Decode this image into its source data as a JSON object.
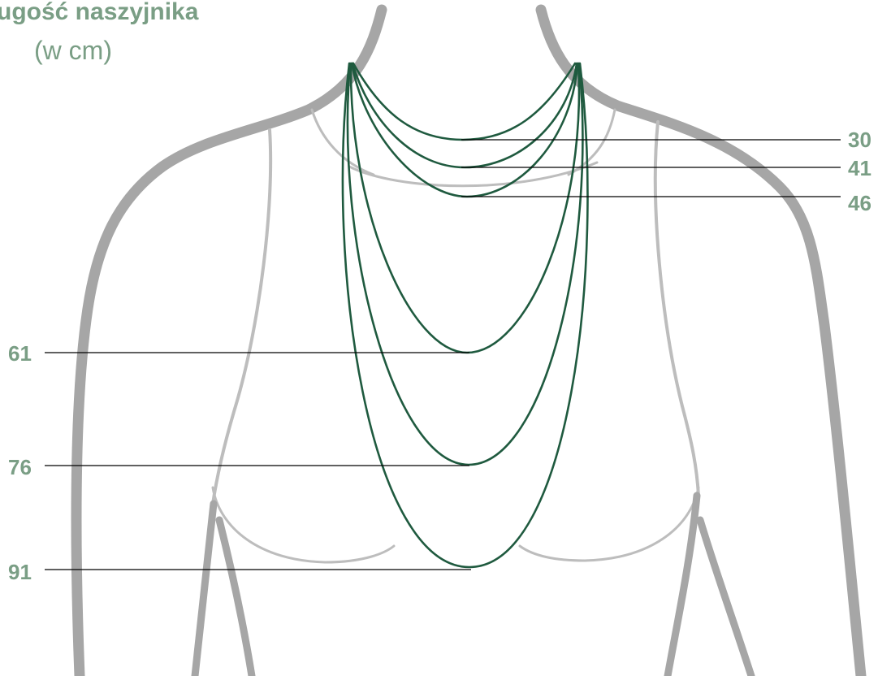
{
  "title": "ugość naszyjnika",
  "subtitle": "(w cm)",
  "colors": {
    "text": "#7a9e85",
    "necklace": "#1f5a3f",
    "body_outline_dark": "#a6a6a6",
    "body_outline_light": "#bdbdbd",
    "leader_line": "#000000"
  },
  "necklace_lengths_cm": [
    {
      "label": "30",
      "side": "right"
    },
    {
      "label": "41",
      "side": "right"
    },
    {
      "label": "46",
      "side": "right"
    },
    {
      "label": "61",
      "side": "left"
    },
    {
      "label": "76",
      "side": "left"
    },
    {
      "label": "91",
      "side": "left"
    }
  ]
}
